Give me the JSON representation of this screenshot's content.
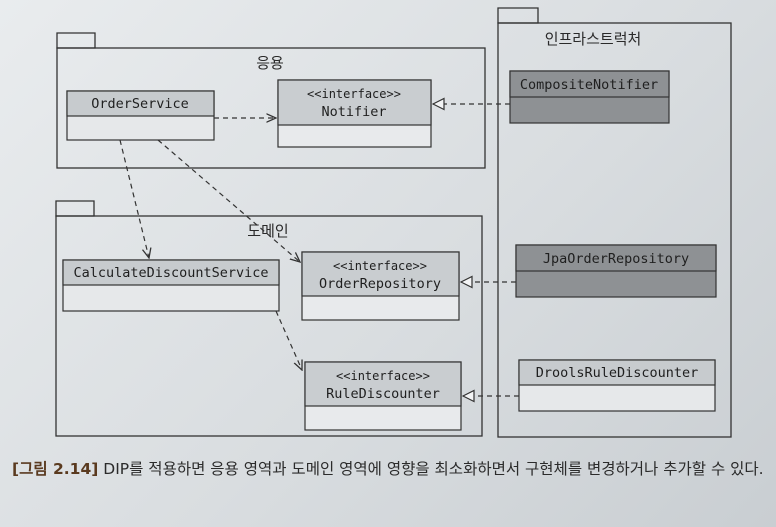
{
  "packages": {
    "application": "응용",
    "domain": "도메인",
    "infrastructure": "인프라스트럭처"
  },
  "classes": {
    "order_service": "OrderService",
    "notifier_stereotype": "<<interface>>",
    "notifier": "Notifier",
    "calculate_discount_service": "CalculateDiscountService",
    "order_repository_stereotype": "<<interface>>",
    "order_repository": "OrderRepository",
    "rule_discounter_stereotype": "<<interface>>",
    "rule_discounter": "RuleDiscounter",
    "composite_notifier": "CompositeNotifier",
    "jpa_order_repository": "JpaOrderRepository",
    "drools_rule_discounter": "DroolsRuleDiscounter"
  },
  "caption": {
    "label": "[그림 2.14]",
    "text": "DIP를 적용하면 응용 영역과 도메인 영역에 영향을 최소화하면서 구현체를 변경하거나 추가할 수 있다."
  },
  "colors": {
    "class_fill_light": "#c9cdd0",
    "class_fill_dark": "#8e9194",
    "line": "#333333"
  }
}
